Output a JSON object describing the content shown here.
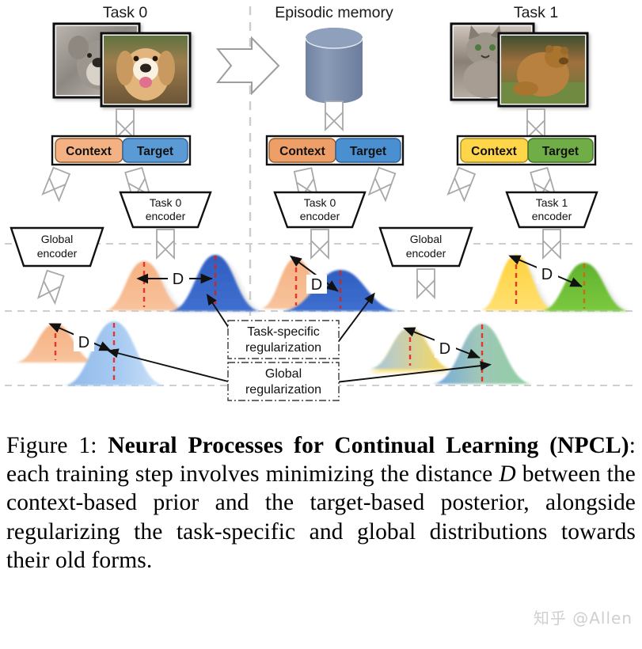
{
  "figure": {
    "columns": [
      {
        "id": "task0",
        "title": "Task 0",
        "photos": [
          {
            "name": "koala-photo",
            "alt": "koala"
          },
          {
            "name": "dog-photo",
            "alt": "golden retriever dog"
          }
        ],
        "context_label": "Context",
        "target_label": "Target",
        "context_color": "#f4b183",
        "target_color": "#5b9bd5",
        "encoder_label_line1": "Task 0",
        "encoder_label_line2": "encoder",
        "global_encoder_line1": "Global",
        "global_encoder_line2": "encoder",
        "distance_label": "D"
      },
      {
        "id": "memory",
        "title": "Episodic memory",
        "cylinder_color": "#7f90ad",
        "context_label": "Context",
        "target_label": "Target",
        "context_color": "#f4b183",
        "target_color": "#5b9bd5",
        "encoder_label_line1": "Task 0",
        "encoder_label_line2": "encoder",
        "global_encoder_line1": "Global",
        "global_encoder_line2": "encoder",
        "distance_label": "D"
      },
      {
        "id": "task1",
        "title": "Task 1",
        "photos": [
          {
            "name": "cat-photo",
            "alt": "tabby cat"
          },
          {
            "name": "bear-photo",
            "alt": "brown bear"
          }
        ],
        "context_label": "Context",
        "target_label": "Target",
        "context_color": "#ffd54a",
        "target_color": "#70ad47",
        "encoder_label_line1": "Task 1",
        "encoder_label_line2": "encoder",
        "distance_label": "D"
      }
    ],
    "callouts": [
      {
        "id": "task-specific",
        "line1": "Task-specific",
        "line2": "regularization"
      },
      {
        "id": "global",
        "line1": "Global",
        "line2": "regularization"
      }
    ],
    "distance_label": "D",
    "colors": {
      "orange": "#f4b183",
      "blue": "#4472c4",
      "light_blue": "#8fb8e8",
      "yellow": "#ffd54a",
      "green": "#70ad47",
      "mean_line": "#e8342a",
      "guide": "#b9b9b9",
      "arrow_outline": "#a6a6a6",
      "cylinder": "#7f90ad"
    }
  },
  "caption": {
    "prefix": "Figure 1:",
    "bold": "Neural Processes for Continual Learning (NPCL)",
    "rest_a": ": each training step involves minimizing the distance ",
    "italic_var": "D",
    "rest_b": " between the context-based prior and the target-based posterior, alongside regularizing the task-specific and global distributions towards their old forms."
  },
  "watermark": {
    "text": "知乎 @Allen"
  }
}
